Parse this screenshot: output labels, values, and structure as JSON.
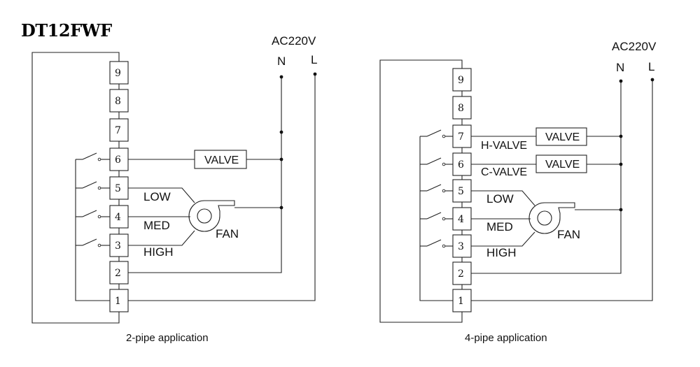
{
  "title": "DT12FWF",
  "supply": "AC220V",
  "neutral": "N",
  "live": "L",
  "two_pipe": {
    "caption": "2-pipe application",
    "terminals": [
      "9",
      "8",
      "7",
      "6",
      "5",
      "4",
      "3",
      "2",
      "1"
    ],
    "valve": "VALVE",
    "low": "LOW",
    "med": "MED",
    "high": "HIGH",
    "fan": "FAN"
  },
  "four_pipe": {
    "caption": "4-pipe application",
    "terminals": [
      "9",
      "8",
      "7",
      "6",
      "5",
      "4",
      "3",
      "2",
      "1"
    ],
    "h_valve_label": "H-VALVE",
    "c_valve_label": "C-VALVE",
    "valve_h": "VALVE",
    "valve_c": "VALVE",
    "low": "LOW",
    "med": "MED",
    "high": "HIGH",
    "fan": "FAN"
  }
}
